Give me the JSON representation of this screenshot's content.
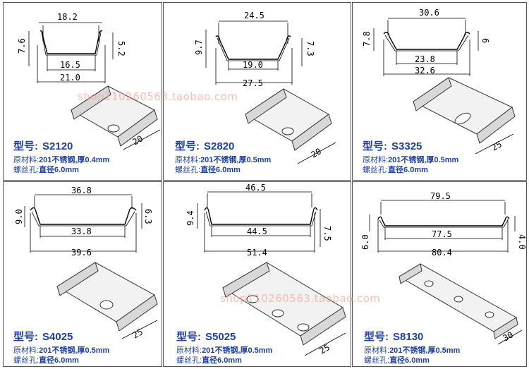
{
  "watermark": "shop110260563.taobao.com",
  "label_prefix": "型号:",
  "material_label": "原材料:",
  "screw_label": "螺丝孔:",
  "products": [
    {
      "code": "S2120",
      "material": "201不锈钢,",
      "thickness": "厚0.4mm",
      "hole": "直径6.0mm",
      "dims": {
        "top": "18.2",
        "bottom": "16.5",
        "overall": "21.0",
        "height_left": "7.6",
        "height_right": "5.2",
        "length": "20"
      }
    },
    {
      "code": "S2820",
      "material": "201不锈钢,",
      "thickness": "厚0.5mm",
      "hole": "直径6.0mm",
      "dims": {
        "top": "24.5",
        "bottom": "19.0",
        "overall": "27.5",
        "height_left": "9.7",
        "height_right": "7.3",
        "length": "20"
      }
    },
    {
      "code": "S3325",
      "material": "201不锈钢,",
      "thickness": "厚0.5mm",
      "hole": "直径6.0mm",
      "dims": {
        "top": "30.6",
        "bottom": "23.8",
        "overall": "32.6",
        "height_left": "7.8",
        "height_right": "6",
        "length": "25"
      }
    },
    {
      "code": "S4025",
      "material": "201不锈钢,",
      "thickness": "厚0.5mm",
      "hole": "直径6.0mm",
      "dims": {
        "top": "36.8",
        "bottom": "33.8",
        "overall": "39.6",
        "height_left": "9.0",
        "height_right": "6.3",
        "length": "25"
      }
    },
    {
      "code": "S5025",
      "material": "201不锈钢,",
      "thickness": "厚0.5mm",
      "hole": "直径6.0mm",
      "dims": {
        "top": "46.5",
        "bottom": "44.5",
        "overall": "51.4",
        "height_left": "9.4",
        "height_right": "7.5",
        "length": "25"
      }
    },
    {
      "code": "S8130",
      "material": "201不锈钢,",
      "thickness": "厚0.5mm",
      "hole": "直径6.0mm",
      "dims": {
        "top": "79.5",
        "bottom": "77.5",
        "overall": "80.4",
        "height_left": "6.0",
        "height_right": "4.0",
        "length": "30"
      }
    }
  ]
}
